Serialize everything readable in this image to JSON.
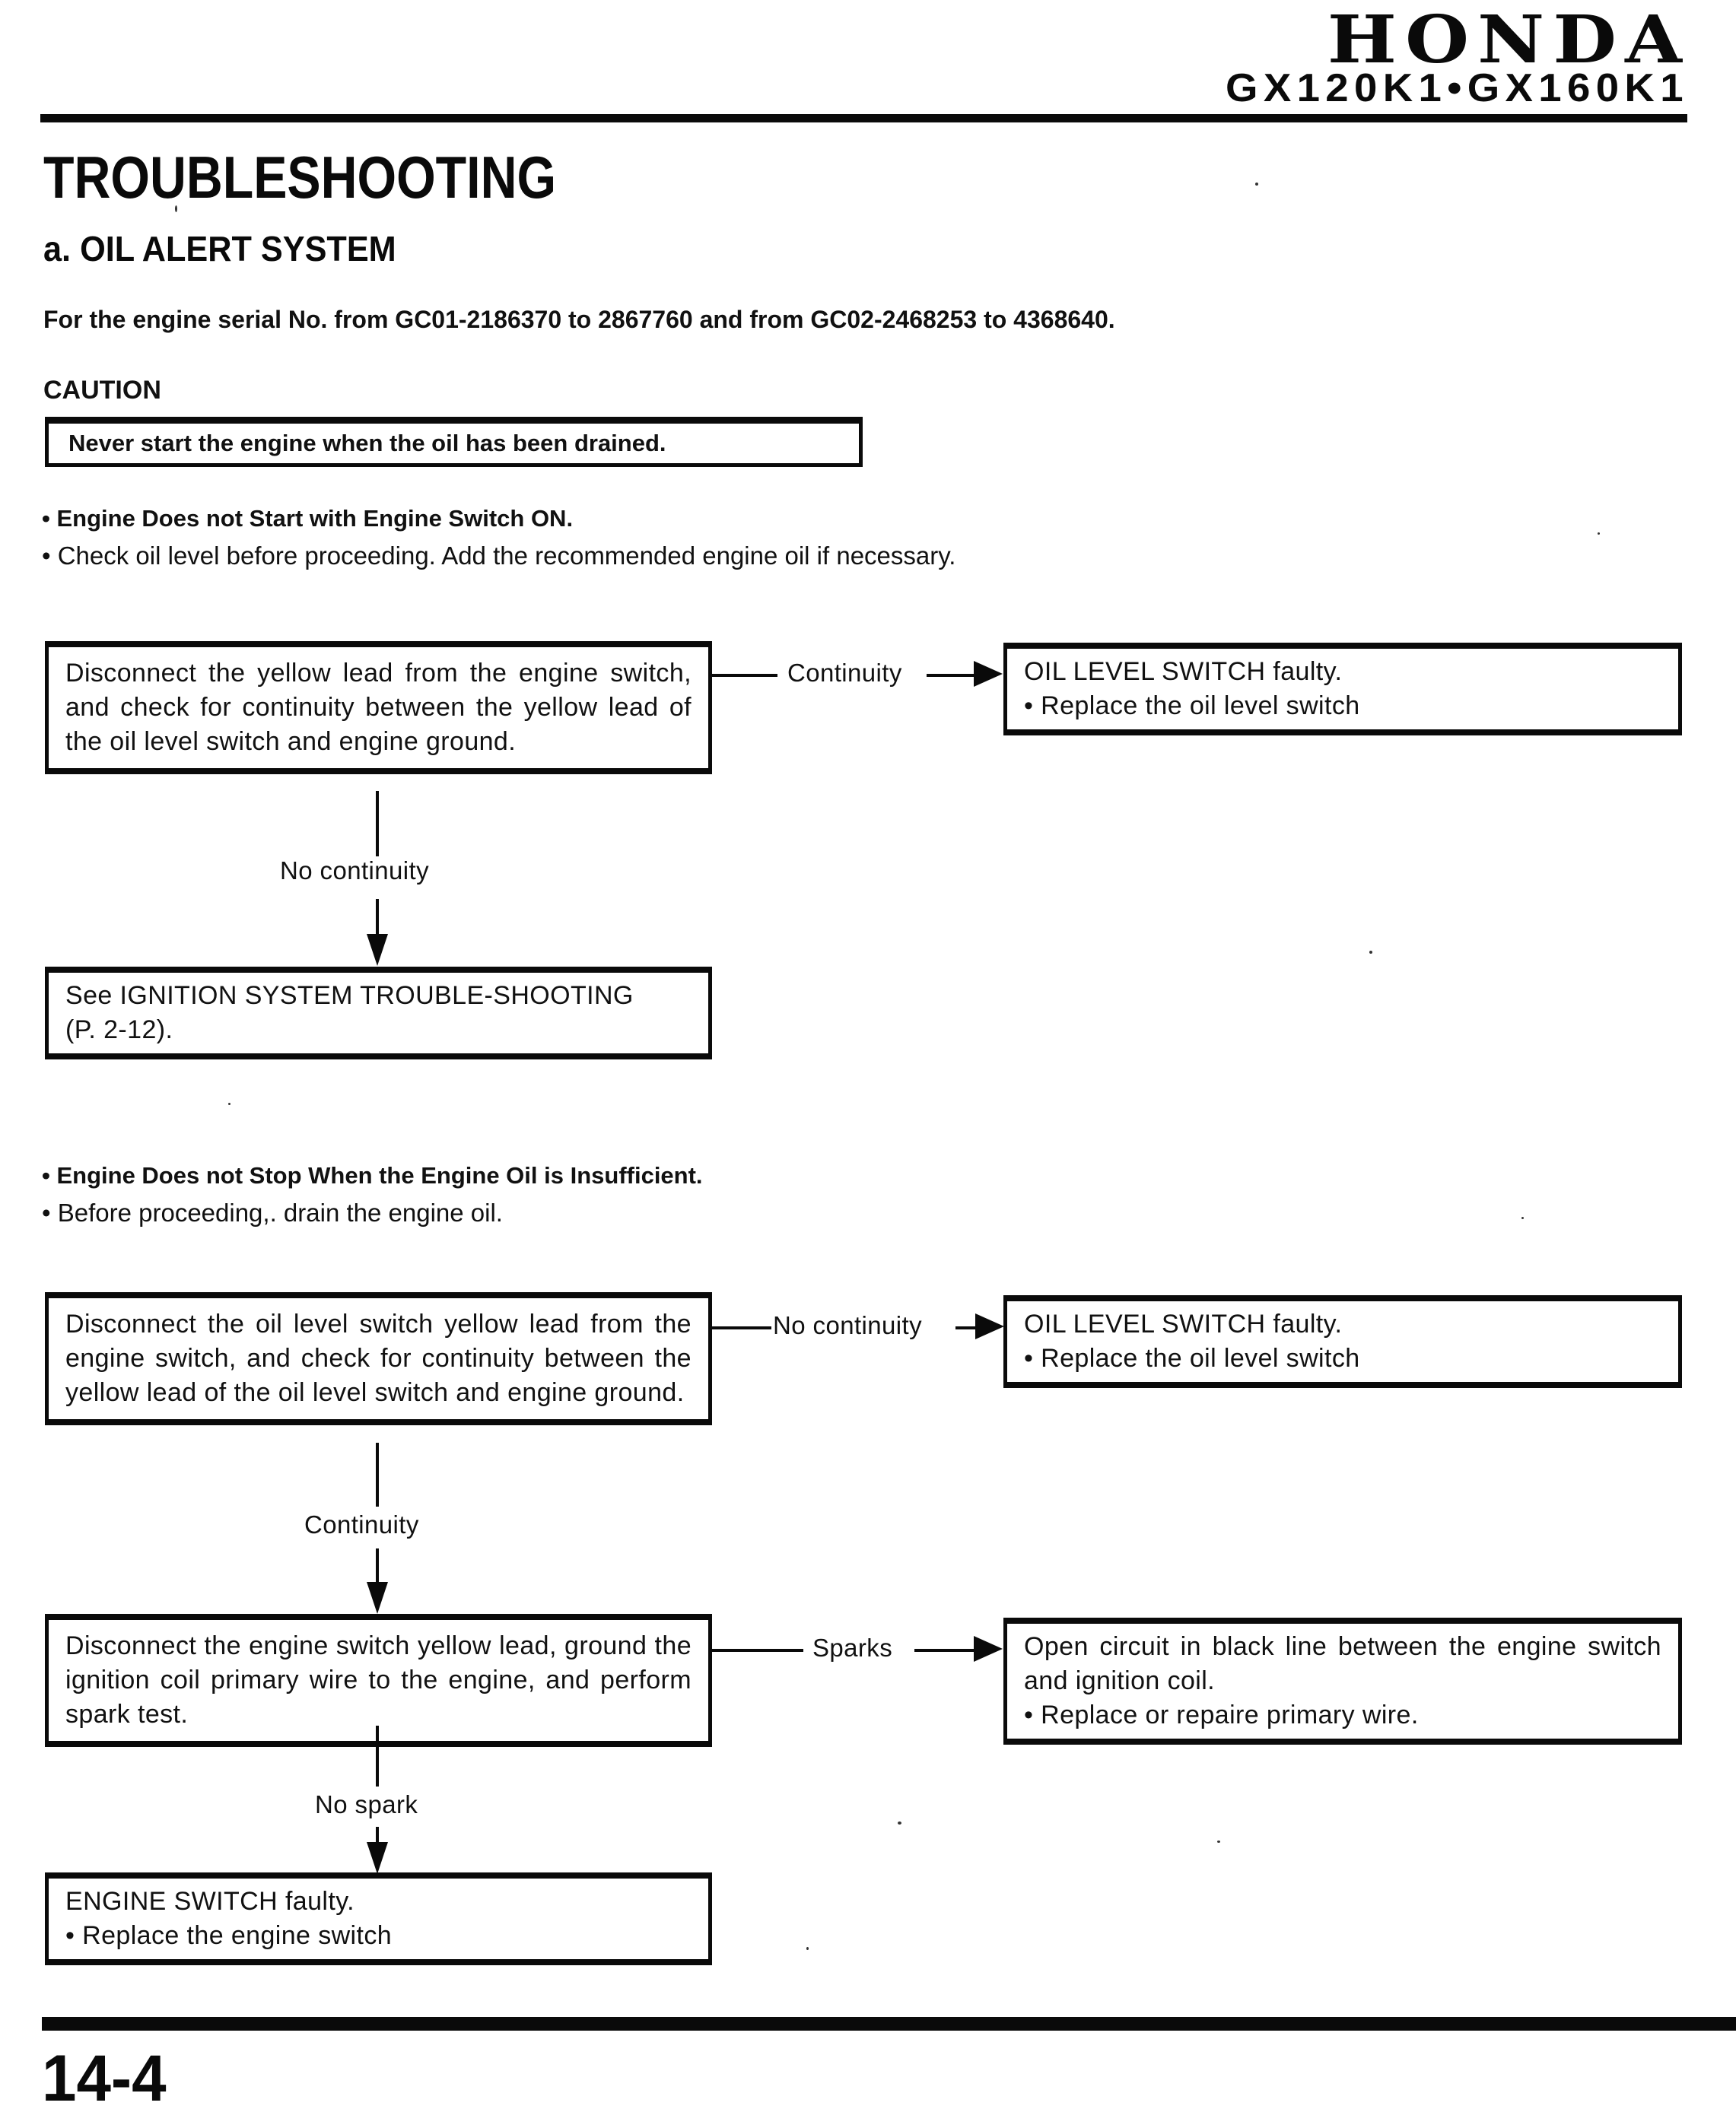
{
  "header": {
    "brand": "HONDA",
    "models": "GX120K1•GX160K1"
  },
  "title": "TROUBLESHOOTING",
  "section_heading": "a. OIL ALERT SYSTEM",
  "serial_note": "For the engine serial No. from GC01-2186370 to 2867760 and from GC02-2468253 to 4368640.",
  "caution": {
    "label": "CAUTION",
    "message": "Never start the engine when the oil has been drained."
  },
  "flow1": {
    "bullet1": "• Engine Does not Start with Engine Switch ON.",
    "bullet2": "• Check oil level before proceeding. Add the recommended engine oil if necessary.",
    "step": "Disconnect the yellow lead from the engine switch, and check for continuity between the yellow lead of the oil level switch and engine ground.",
    "right_label": "Continuity",
    "right_result_title": "OIL LEVEL SWITCH faulty.",
    "right_result_action": "• Replace the oil level switch",
    "down_label": "No continuity",
    "down_result": "See IGNITION SYSTEM TROUBLE-SHOOTING\n(P. 2-12)."
  },
  "flow2": {
    "bullet1": "• Engine Does not Stop When the Engine Oil is Insufficient.",
    "bullet2": "• Before proceeding,. drain the engine oil.",
    "step1": "Disconnect the oil level switch yellow lead from the engine switch, and check for continuity between the yellow lead of the oil level switch and engine ground.",
    "step1_right_label": "No continuity",
    "step1_right_result_title": "OIL LEVEL SWITCH faulty.",
    "step1_right_result_action": "• Replace the oil level switch",
    "step1_down_label": "Continuity",
    "step2": "Disconnect the engine switch yellow lead, ground the ignition coil primary wire to the engine, and perform spark test.",
    "step2_right_label": "Sparks",
    "step2_right_result_text": "Open circuit in black line between the engine switch and ignition coil.",
    "step2_right_result_action": "• Replace or repaire primary wire.",
    "step2_down_label": "No spark",
    "step2_down_result_title": "ENGINE SWITCH faulty.",
    "step2_down_result_action": "• Replace the engine switch"
  },
  "footer": {
    "page_number": "14-4"
  }
}
